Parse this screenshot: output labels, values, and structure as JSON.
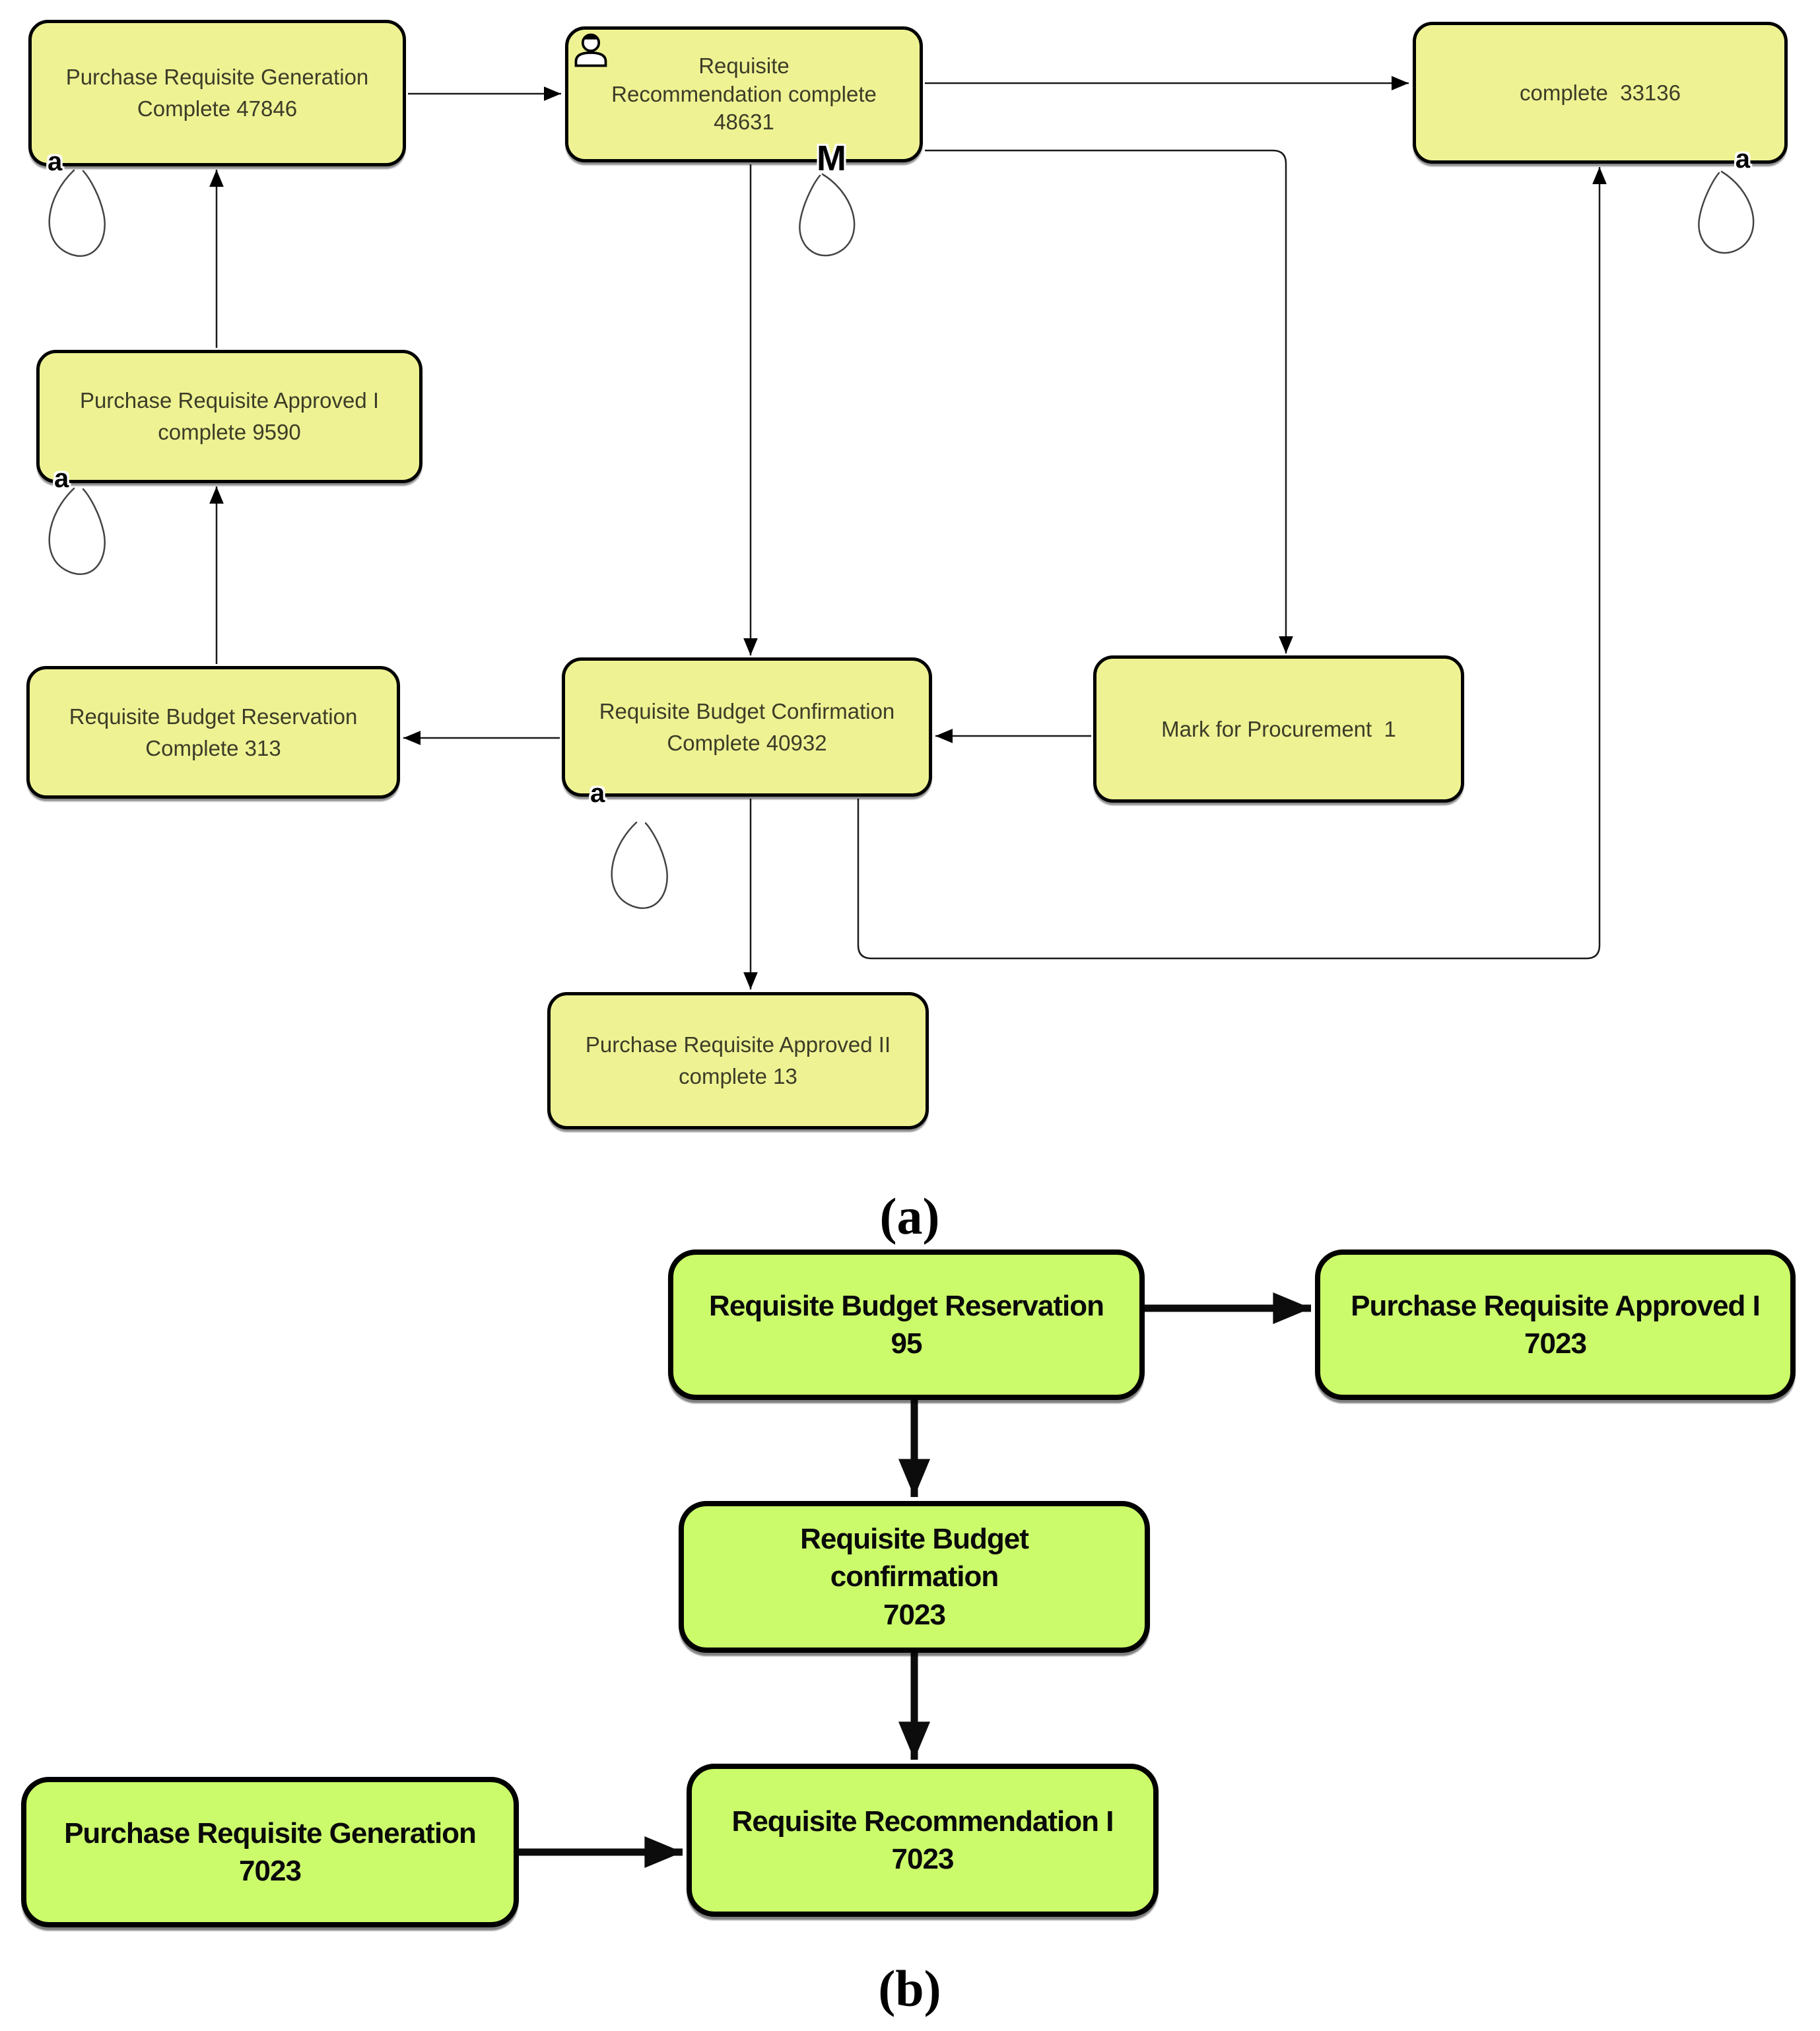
{
  "panel_a": {
    "caption": "(a)",
    "loop_marker": "a",
    "multi_marker": "M",
    "nodes": {
      "generation": {
        "lines": [
          "Purchase Requisite Generation",
          "Complete 47846"
        ]
      },
      "recommendation": {
        "lines": [
          "Requisite",
          "Recommendation complete",
          "48631"
        ]
      },
      "complete": {
        "lines": [
          "complete  33136"
        ]
      },
      "approved1": {
        "lines": [
          "Purchase Requisite Approved I",
          "complete 9590"
        ]
      },
      "reservation": {
        "lines": [
          "Requisite Budget Reservation",
          "Complete 313"
        ]
      },
      "confirmation": {
        "lines": [
          "Requisite Budget Confirmation",
          "Complete 40932"
        ]
      },
      "mark": {
        "lines": [
          "Mark for Procurement  1"
        ]
      },
      "approved2": {
        "lines": [
          "Purchase Requisite Approved II",
          "complete 13"
        ]
      }
    }
  },
  "panel_b": {
    "caption": "(b)",
    "nodes": {
      "reservation": {
        "lines": [
          "Requisite Budget Reservation",
          "95"
        ]
      },
      "approved1": {
        "lines": [
          "Purchase Requisite Approved I",
          "7023"
        ]
      },
      "confirmation": {
        "lines": [
          "Requisite Budget",
          "confirmation",
          "7023"
        ]
      },
      "generation": {
        "lines": [
          "Purchase Requisite Generation",
          "7023"
        ]
      },
      "recommendation": {
        "lines": [
          "Requisite Recommendation I",
          "7023"
        ]
      }
    }
  },
  "colors": {
    "panel_a_fill": "#eef293",
    "panel_b_fill": "#cbfb6a",
    "edge": "#1a1a1a"
  }
}
